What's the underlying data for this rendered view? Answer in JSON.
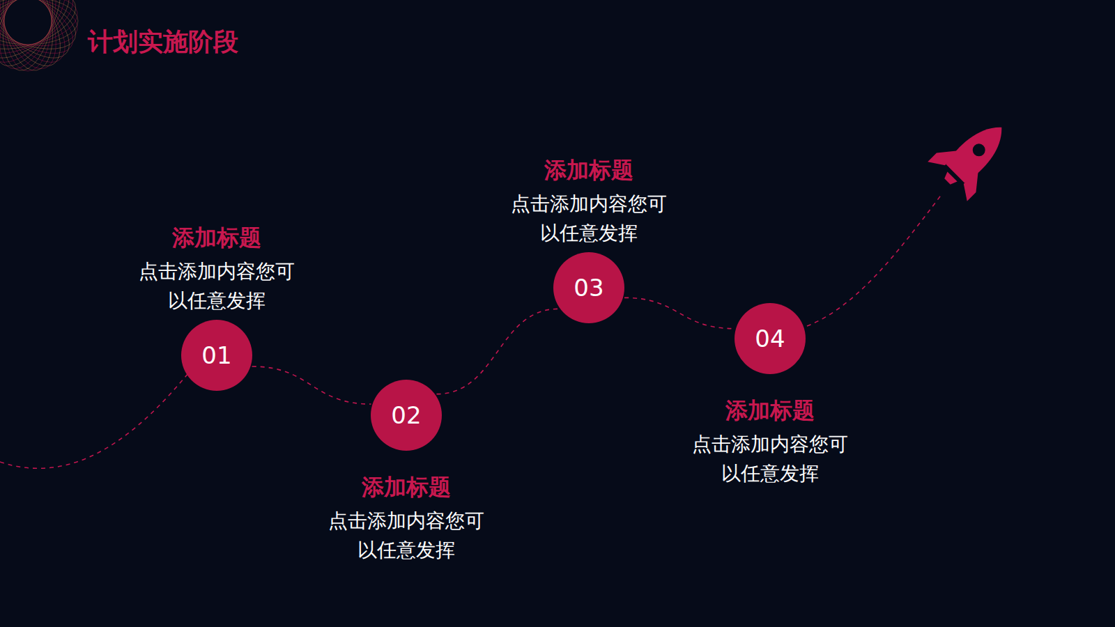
{
  "diagram": {
    "title": "计划实施阶段",
    "nodes": [
      {
        "text": [
          "01",
          "添加标题",
          "点击添加内容您可以任意发挥"
        ]
      },
      {
        "text": [
          "02",
          "添加标题",
          "点击添加内容您可以任意发挥"
        ]
      },
      {
        "text": [
          "03",
          "添加标题",
          "点击添加内容您可以任意发挥"
        ]
      },
      {
        "text": [
          "04",
          "添加标题",
          "点击添加内容您可以任意发挥"
        ]
      }
    ],
    "edges": [
      {
        "from": 0,
        "to": 1,
        "arrow": "none"
      },
      {
        "from": 1,
        "to": 2,
        "arrow": "none"
      },
      {
        "from": 2,
        "to": 3,
        "arrow": "none"
      }
    ]
  }
}
